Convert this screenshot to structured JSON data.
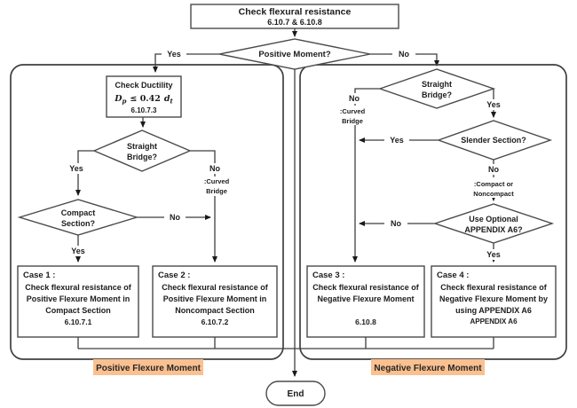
{
  "start_box": {
    "title": "Check flexural resistance",
    "ref": "6.10.7 & 6.10.8"
  },
  "decisions": {
    "positive_moment": "Positive Moment?",
    "straight_bridge": {
      "line1": "Straight",
      "line2": "Bridge?"
    },
    "compact_section": {
      "line1": "Compact",
      "line2": "Section?"
    },
    "slender_section": "Slender Section?",
    "use_appendix": {
      "line1": "Use Optional",
      "line2": "APPENDIX A6?"
    }
  },
  "ductility_box": {
    "title": "Check Ductility",
    "formula": {
      "D": "D",
      "sub_p": "p",
      "mid": "≤ 0.42",
      "d": "d",
      "sub_t": "t"
    },
    "ref": "6.10.7.3"
  },
  "labels": {
    "yes": "Yes",
    "no": "No",
    "curved_bridge": {
      "line1": ":Curved",
      "line2": "Bridge"
    },
    "compact_or": {
      "line1": ":Compact or",
      "line2": "Noncompact"
    }
  },
  "cases": {
    "case1": {
      "title": "Case 1 :",
      "line1": "Check flexural resistance of",
      "line2": "Positive Flexure Moment in",
      "line3": "Compact Section",
      "ref": "6.10.7.1"
    },
    "case2": {
      "title": "Case 2 :",
      "line1": "Check flexural resistance of",
      "line2": "Positive Flexure Moment in",
      "line3": "Noncompact Section",
      "ref": "6.10.7.2"
    },
    "case3": {
      "title": "Case 3 :",
      "line1": "Check flexural resistance of",
      "line2": "Negative Flexure Moment",
      "ref": "6.10.8"
    },
    "case4": {
      "title": "Case 4 :",
      "line1": "Check flexural resistance of",
      "line2": "Negative Flexure Moment by",
      "line3": "using APPENDIX A6",
      "ref": "APPENDIX A6"
    }
  },
  "banners": {
    "positive": "Positive Flexure Moment",
    "negative": "Negative Flexure Moment",
    "highlight_color": "#FAC090"
  },
  "end_label": "End",
  "colors": {
    "line": "#3f3f3f",
    "text": "#1c1c1c",
    "banner_bg": "#FAC090",
    "background": "#ffffff"
  }
}
